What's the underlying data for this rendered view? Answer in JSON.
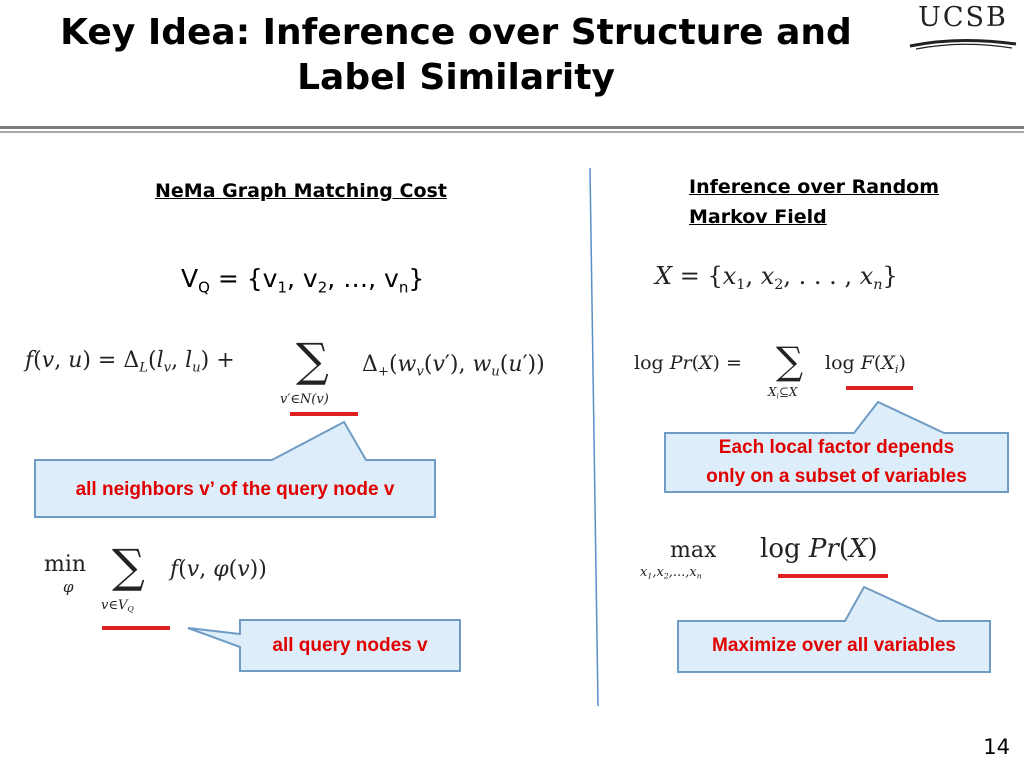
{
  "slide": {
    "title_line1": "Key Idea: Inference over Structure and",
    "title_line2": "Label Similarity",
    "logo": "UCSB",
    "page_number": "14"
  },
  "left": {
    "heading": "NeMa Graph Matching Cost",
    "vq": {
      "lhs": "V",
      "lhs_sub": "Q",
      "eq": " = {v",
      "s1": "1",
      "t1": ", v",
      "s2": "2",
      "t2": ", …, v",
      "sn": "n",
      "close": "}"
    },
    "callout1": "all neighbors v’ of the query node v",
    "callout2": "all query nodes v"
  },
  "right": {
    "heading_line1": "Inference over Random",
    "heading_line2": "Markov Field",
    "callout1_line1": "Each local factor depends",
    "callout1_line2": "only on a subset of variables",
    "callout2": "Maximize over all variables"
  },
  "colors": {
    "callout_fill": "#ddeefa",
    "callout_border": "#6f9cc4",
    "callout_text": "#e00000",
    "underline_red": "#e02020",
    "divider": "#5b8fc5"
  }
}
